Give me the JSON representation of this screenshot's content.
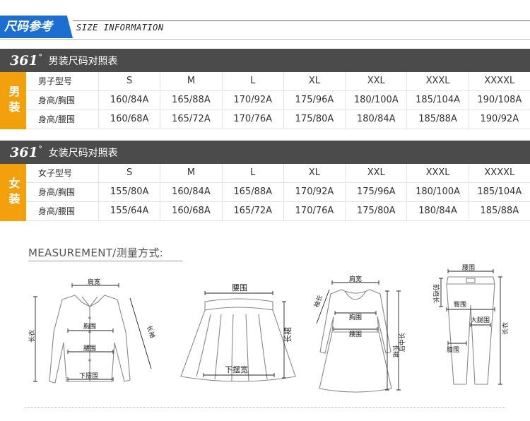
{
  "header": {
    "tab_label": "尺码参考",
    "subtitle": "SIZE INFORMATION",
    "accent": "#1c6fd1"
  },
  "men": {
    "brand": "361",
    "title": "男装尺码对照表",
    "gender_label": "男装",
    "rows": [
      [
        "男子型号",
        "S",
        "M",
        "L",
        "XL",
        "XXL",
        "XXXL",
        "XXXXL"
      ],
      [
        "身高/胸围",
        "160/84A",
        "165/88A",
        "170/92A",
        "175/96A",
        "180/100A",
        "185/104A",
        "190/108A"
      ],
      [
        "身高/腰围",
        "160/68A",
        "165/72A",
        "170/76A",
        "175/80A",
        "180/84A",
        "185/88A",
        "190/92A"
      ]
    ]
  },
  "women": {
    "brand": "361",
    "title": "女装尺码对照表",
    "gender_label": "女装",
    "rows": [
      [
        "女子型号",
        "S",
        "M",
        "L",
        "XL",
        "XXL",
        "XXXL",
        "XXXXL"
      ],
      [
        "身高/胸围",
        "155/80A",
        "160/84A",
        "165/88A",
        "170/92A",
        "175/96A",
        "180/100A",
        "185/104A"
      ],
      [
        "身高/腰围",
        "155/64A",
        "160/68A",
        "165/72A",
        "170/76A",
        "175/80A",
        "180/84A",
        "185/88A"
      ]
    ]
  },
  "measurement": {
    "title": "MEASUREMENT/测量方式:",
    "shirt": {
      "shoulder": "肩宽",
      "length": "长衣",
      "chest": "胸围",
      "waist": "腰围",
      "hem": "下摆围",
      "sleeve": "长袖"
    },
    "skirt": {
      "waist": "腰围",
      "hem": "下摆宽",
      "length": "长裙"
    },
    "dress": {
      "shoulder": "肩宽",
      "sleeve": "袖长",
      "chest": "胸围",
      "waist": "腰围",
      "length": "长裙",
      "back_length": "后中长"
    },
    "pants": {
      "waist": "腰围",
      "front_rise": "前裆长",
      "hip": "臀围",
      "thigh": "大腿围",
      "knee": "膝围",
      "length": "长衣"
    }
  }
}
